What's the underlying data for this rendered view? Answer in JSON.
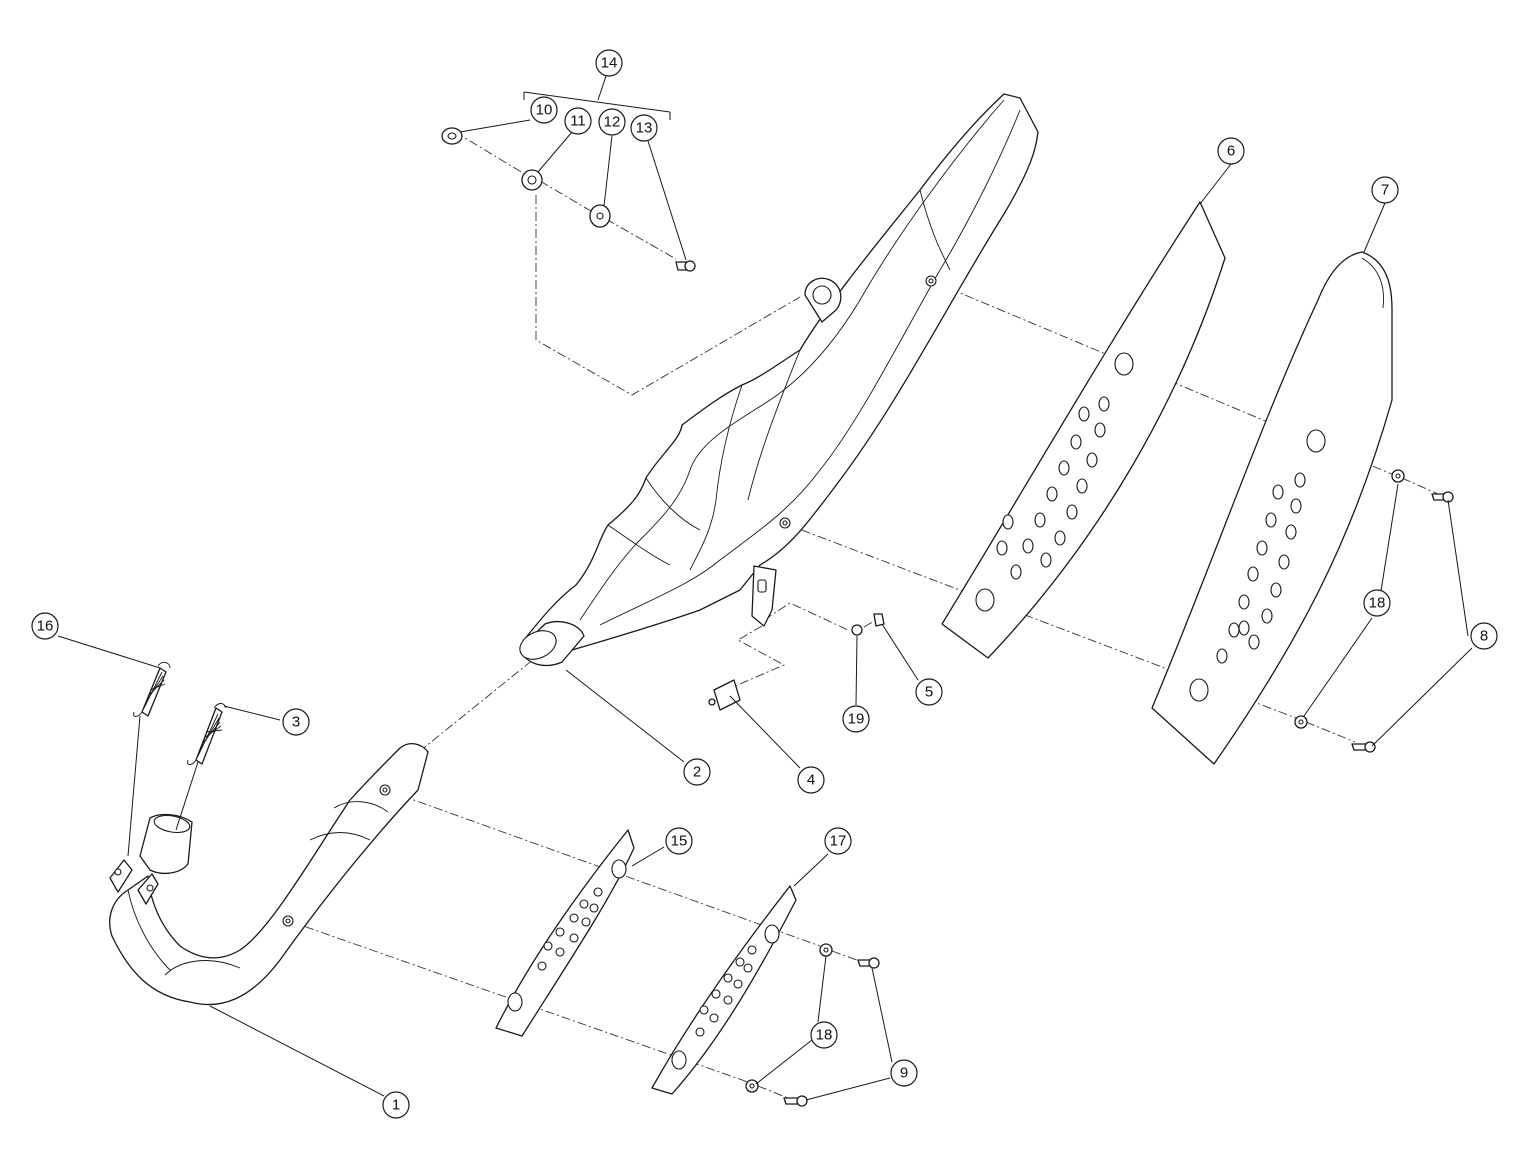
{
  "callouts": [
    {
      "id": "1",
      "label": "1"
    },
    {
      "id": "2",
      "label": "2"
    },
    {
      "id": "3",
      "label": "3"
    },
    {
      "id": "4",
      "label": "4"
    },
    {
      "id": "5",
      "label": "5"
    },
    {
      "id": "6",
      "label": "6"
    },
    {
      "id": "7",
      "label": "7"
    },
    {
      "id": "8",
      "label": "8"
    },
    {
      "id": "9",
      "label": "9"
    },
    {
      "id": "10",
      "label": "10"
    },
    {
      "id": "11",
      "label": "11"
    },
    {
      "id": "12",
      "label": "12"
    },
    {
      "id": "13",
      "label": "13"
    },
    {
      "id": "14",
      "label": "14"
    },
    {
      "id": "15",
      "label": "15"
    },
    {
      "id": "16",
      "label": "16"
    },
    {
      "id": "17",
      "label": "17"
    },
    {
      "id": "18",
      "label": "18"
    },
    {
      "id": "18b",
      "label": "18"
    },
    {
      "id": "19",
      "label": "19"
    }
  ]
}
